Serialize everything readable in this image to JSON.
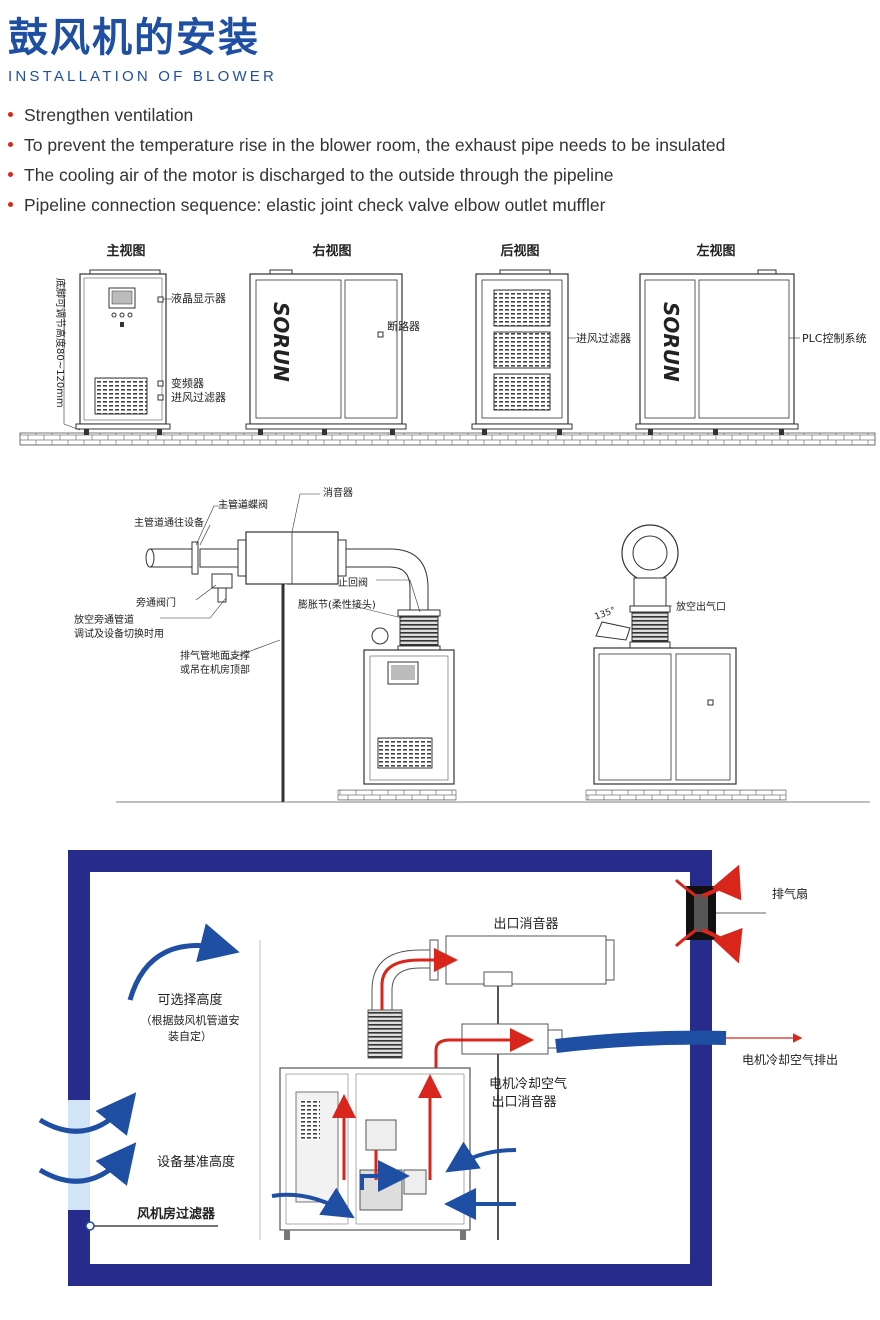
{
  "header": {
    "title_cn": "鼓风机的安装",
    "title_en": "INSTALLATION OF BLOWER"
  },
  "bullets": [
    "Strengthen ventilation",
    "To prevent the temperature rise in the blower room, the exhaust pipe needs to be insulated",
    "The cooling air of the motor is discharged to the outside through the pipeline",
    "Pipeline connection sequence: elastic joint check valve elbow outlet muffler"
  ],
  "views": {
    "front": "主视图",
    "right": "右视图",
    "back": "后视图",
    "left": "左视图"
  },
  "view_labels": {
    "feet_height": "底脚可调节高度80~120mm",
    "lcd": "液晶显示器",
    "inverter": "变频器",
    "inlet_filter_front": "进风过滤器",
    "breaker": "断路器",
    "inlet_filter_back": "进风过滤器",
    "plc": "PLC控制系统",
    "brand": "SORUN"
  },
  "piping_labels": {
    "main_pipe_equipment": "主管道通往设备",
    "main_butterfly": "主管道蝶阀",
    "muffler": "消音器",
    "check_valve": "止回阀",
    "expansion_joint": "膨胀节(柔性接头)",
    "bypass_valve": "旁通阀门",
    "vent_bypass_line1": "放空旁通管道",
    "vent_bypass_line2": "调试及设备切换时用",
    "support_line1": "排气管地面支撑",
    "support_line2": "或吊在机房顶部",
    "angle": "135°",
    "vent_outlet": "放空出气口"
  },
  "room_labels": {
    "exhaust_fan": "排气扇",
    "outlet_muffler": "出口消音器",
    "optional_height": "可选择高度",
    "optional_note_1": "（根据鼓风机管道安",
    "optional_note_2": "装自定）",
    "motor_cooling_line1": "电机冷却空气",
    "motor_cooling_line2": "出口消音器",
    "motor_cooling_exhaust": "电机冷却空气排出",
    "base_height": "设备基准高度",
    "room_filter": "风机房过滤器"
  },
  "colors": {
    "brand_blue": "#1f4fa3",
    "wall_navy": "#262b8c",
    "hot_air_red": "#d9261c",
    "cool_air_blue": "#1f4fa3",
    "bullet_red": "#d9261c"
  }
}
